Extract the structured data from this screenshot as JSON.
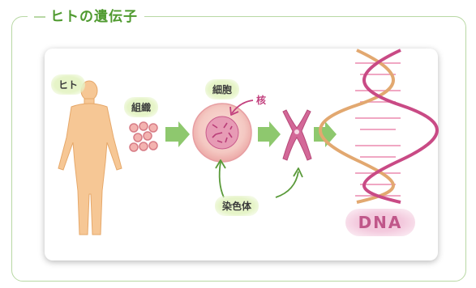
{
  "title": "ヒトの遺伝子",
  "labels": {
    "human": "ヒト",
    "tissue": "組織",
    "cell": "細胞",
    "nucleus": "核",
    "chromosome": "染色体",
    "dna": "DNA"
  },
  "colors": {
    "frame_border": "#b8d8a4",
    "title_green": "#4f9a2f",
    "skin": "#f6c795",
    "arrow_green": "#8ec86e",
    "pink": "#d36898"
  }
}
